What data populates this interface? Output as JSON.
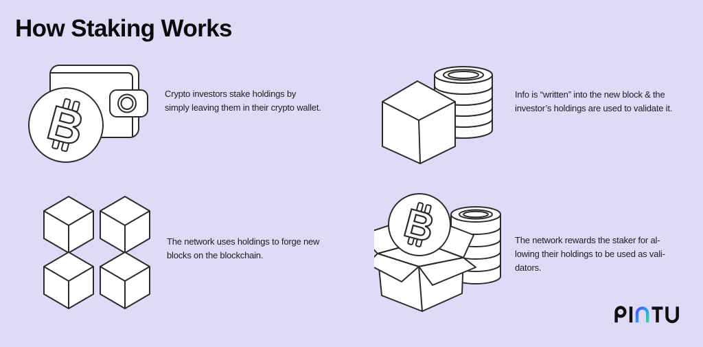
{
  "title": "How Staking Works",
  "colors": {
    "background": "#DEDAF8",
    "illustration_outline": "#2B2B2B",
    "illustration_fill": "#FFFFFF",
    "text": "#1C1C1C",
    "logo_black": "#101010",
    "logo_gradient_top": "#4C52EE",
    "logo_gradient_mid": "#2E9BF7",
    "logo_gradient_bottom": "#2BDB9B"
  },
  "steps": [
    {
      "name": "stake-in-wallet",
      "icon": "wallet-with-bitcoin-coin",
      "text": "Crypto investors stake holdings by\nsimply leaving them in their crypto wallet."
    },
    {
      "name": "write-into-block",
      "icon": "block-cube-with-coin-stack",
      "text": "Info is “written” into the new block & the\ninvestor’s holdings are used to validate it."
    },
    {
      "name": "forge-new-blocks",
      "icon": "four-blockchain-cubes",
      "text": "The network uses holdings to forge new\nblocks on the blockchain."
    },
    {
      "name": "reward-staker",
      "icon": "open-reward-box-with-bitcoin-and-coins",
      "text": "The network rewards the staker for al-\nlowing their holdings to be used as vali-\ndators."
    }
  ],
  "logo": {
    "text": "PINTU"
  }
}
